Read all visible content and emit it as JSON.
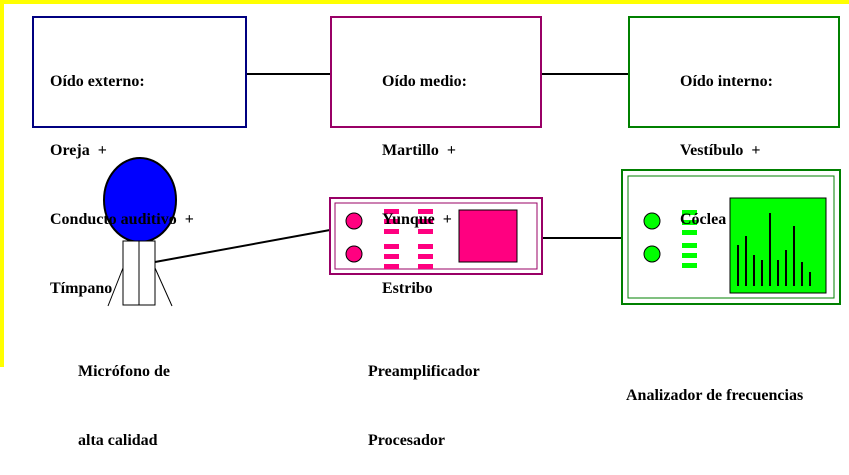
{
  "ear_boxes": {
    "external": {
      "title": "Oído externo:",
      "items": [
        "Oreja  +",
        "Conducto auditivo  +",
        "Tímpano"
      ],
      "color": "#000080"
    },
    "middle": {
      "title": "Oído medio:",
      "items": [
        "Martillo  +",
        "Yunque  +",
        "Estribo"
      ],
      "color": "#990066"
    },
    "inner": {
      "title": "Oído interno:",
      "items": [
        "Vestíbulo  +",
        "Cóclea"
      ],
      "color": "#008000"
    }
  },
  "devices": {
    "microphone": {
      "label_lines": [
        "Micrófono de",
        "alta calidad"
      ],
      "color": "#0000ff"
    },
    "preamplifier": {
      "label_lines": [
        "Preamplificador",
        "Procesador"
      ],
      "color": "#ff0080"
    },
    "analyzer": {
      "label_lines": [
        "Analizador de frecuencias"
      ],
      "color": "#00ff00"
    }
  },
  "colors": {
    "frame": "#ffff00",
    "line": "#000000"
  }
}
